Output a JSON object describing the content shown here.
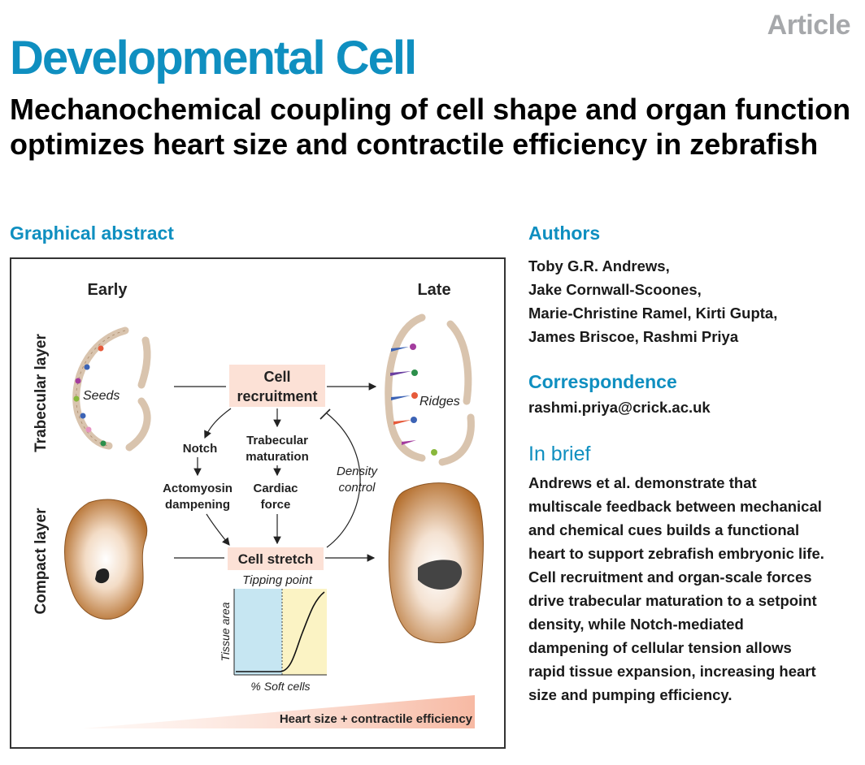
{
  "header": {
    "article_type": "Article",
    "journal": "Developmental Cell",
    "title": "Mechanochemical coupling of cell shape and organ function optimizes heart size and contractile efficiency in zebrafish"
  },
  "graphical_abstract": {
    "heading": "Graphical abstract",
    "early_label": "Early",
    "late_label": "Late",
    "trabecular_layer": "Trabecular layer",
    "compact_layer": "Compact layer",
    "seeds": "Seeds",
    "ridges": "Ridges",
    "cell_recruitment": [
      "Cell",
      "recruitment"
    ],
    "notch": "Notch",
    "trabecular_maturation": [
      "Trabecular",
      "maturation"
    ],
    "actomyosin_dampening": [
      "Actomyosin",
      "dampening"
    ],
    "cardiac_force": [
      "Cardiac",
      "force"
    ],
    "density_control": [
      "Density",
      "control"
    ],
    "cell_stretch": "Cell stretch",
    "tipping_point": "Tipping point",
    "tissue_area": "Tissue area",
    "soft_cells": "% Soft cells",
    "heart_size": "Heart size + contractile efficiency",
    "colors": {
      "box_fill": "#fce1d6",
      "plot_blue": "#c6e6f2",
      "plot_yellow": "#fbf3c4",
      "tissue_brown": "#b5702f",
      "accent": "#0f8fc0"
    }
  },
  "authors": {
    "heading": "Authors",
    "lines": [
      "Toby G.R. Andrews,",
      "Jake Cornwall-Scoones,",
      "Marie-Christine Ramel, Kirti Gupta,",
      "James Briscoe, Rashmi Priya"
    ]
  },
  "correspondence": {
    "heading": "Correspondence",
    "email": "rashmi.priya@crick.ac.uk"
  },
  "in_brief": {
    "heading": "In brief",
    "lines": [
      "Andrews et al. demonstrate that",
      "multiscale feedback between mechanical",
      "and chemical cues builds a functional",
      "heart to support zebrafish embryonic life.",
      "Cell recruitment and organ-scale forces",
      "drive trabecular maturation to a setpoint",
      "density, while Notch-mediated",
      "dampening of cellular tension allows",
      "rapid tissue expansion, increasing heart",
      "size and pumping efficiency."
    ]
  }
}
